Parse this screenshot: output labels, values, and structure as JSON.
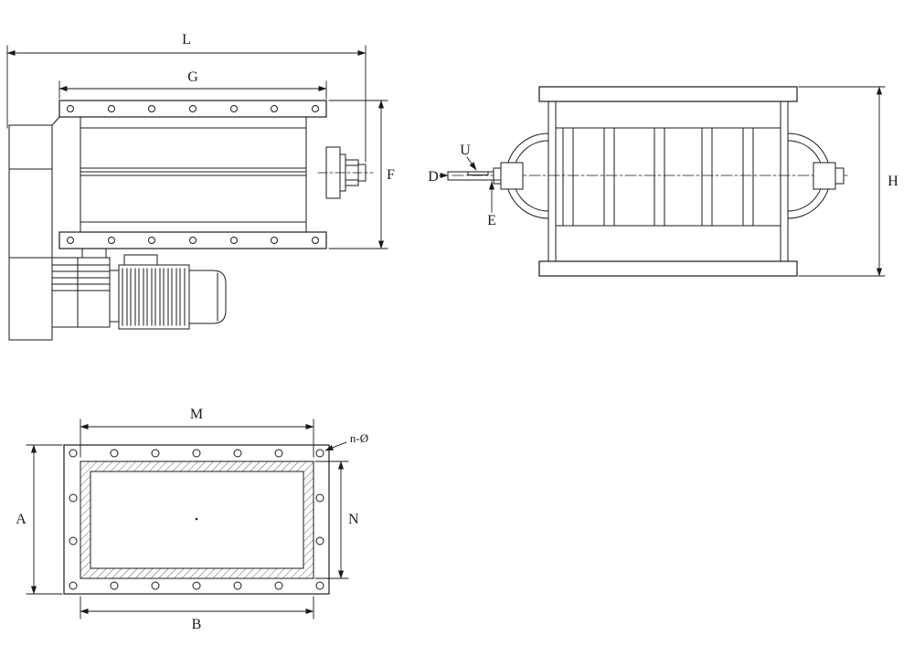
{
  "colors": {
    "line": "#1a1a1a",
    "background": "#ffffff"
  },
  "views": {
    "side_view": {
      "dim_overall_length": "L",
      "dim_flange_length": "G",
      "dim_body_height": "F"
    },
    "end_view": {
      "dim_shaft_diameter": "D",
      "dim_keyway": "U",
      "dim_shaft_detail": "E",
      "dim_overall_height": "H"
    },
    "flange_view": {
      "dim_flange_length_top": "M",
      "dim_flange_height": "A",
      "dim_opening_height": "N",
      "dim_flange_length_bottom": "B",
      "bolt_hole_callout": "n-Ø"
    }
  }
}
